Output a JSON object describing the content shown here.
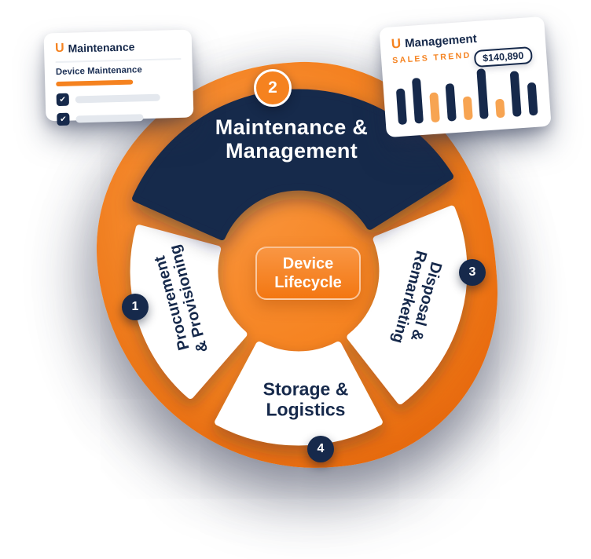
{
  "colors": {
    "orange": "#F5821F",
    "orange_deep": "#EC6A0A",
    "bar_orange": "#F7A452",
    "navy": "#16294B",
    "placeholder_gray": "#E4E8EE"
  },
  "maintenance_card": {
    "logo": "U",
    "brand": "Maintenance",
    "title": "Device Maintenance",
    "check_icon": "✔"
  },
  "management_card": {
    "logo": "U",
    "brand": "Management",
    "subtitle": "SALES TREND",
    "callout": "$140,890",
    "bars": [
      {
        "h": 46,
        "color": "navy"
      },
      {
        "h": 58,
        "color": "navy"
      },
      {
        "h": 38,
        "color": "orange"
      },
      {
        "h": 48,
        "color": "navy"
      },
      {
        "h": 30,
        "color": "orange"
      },
      {
        "h": 64,
        "color": "navy"
      },
      {
        "h": 24,
        "color": "orange"
      },
      {
        "h": 58,
        "color": "navy"
      },
      {
        "h": 42,
        "color": "navy"
      }
    ]
  },
  "diagram": {
    "center_line1": "Device",
    "center_line2": "Lifecycle",
    "segments": [
      {
        "num": "1",
        "line1": "Procurement",
        "line2": "& Provisioning"
      },
      {
        "num": "2",
        "line1": "Maintenance &",
        "line2": "Management"
      },
      {
        "num": "3",
        "line1": "Disposal &",
        "line2": "Remarketing"
      },
      {
        "num": "4",
        "line1": "Storage &",
        "line2": "Logistics"
      }
    ]
  }
}
